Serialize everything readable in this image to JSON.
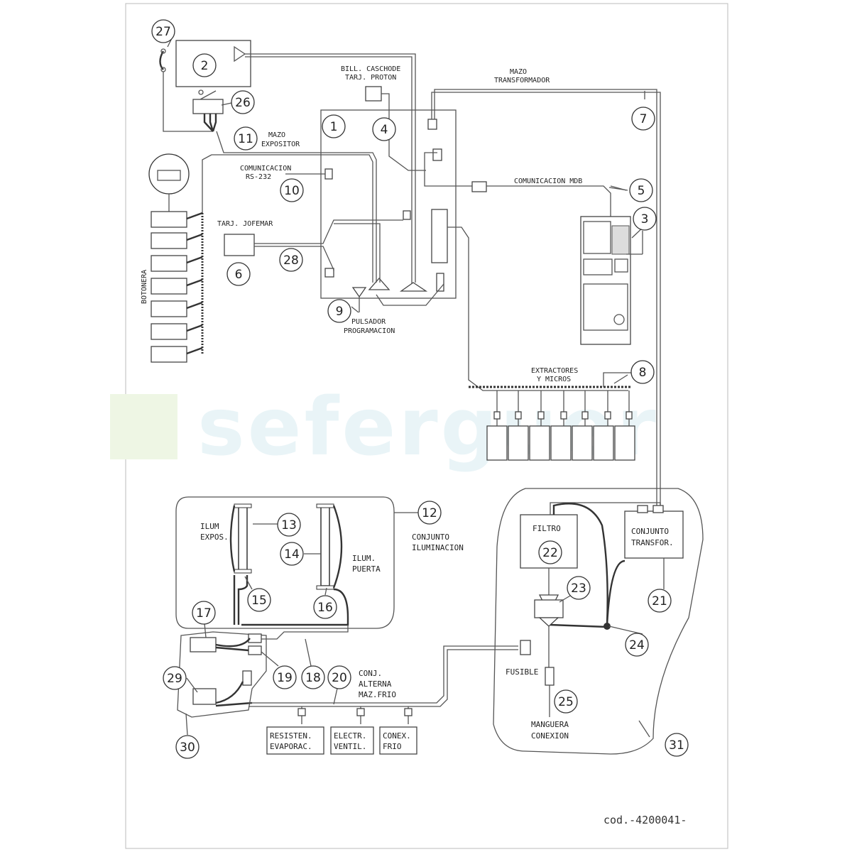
{
  "watermark": "seferguer",
  "code": "cod.-4200041-",
  "callouts": [
    "1",
    "2",
    "3",
    "4",
    "5",
    "6",
    "7",
    "8",
    "9",
    "10",
    "11",
    "12",
    "13",
    "14",
    "15",
    "16",
    "17",
    "18",
    "19",
    "20",
    "21",
    "22",
    "23",
    "24",
    "25",
    "26",
    "27",
    "28",
    "29",
    "30",
    "31"
  ],
  "labels": {
    "bill_1": "BILL. CASCHODE",
    "bill_2": "TARJ. PROTON",
    "mazo_transf_1": "MAZO",
    "mazo_transf_2": "TRANSFORMADOR",
    "mazo_expo_1": "MAZO",
    "mazo_expo_2": "EXPOSITOR",
    "com_rs_1": "COMUNICACION",
    "com_rs_2": "RS-232",
    "com_mdb": "COMUNICACION MDB",
    "tarj_jofemar": "TARJ. JOFEMAR",
    "botonera": "BOTONERA",
    "pulsador_1": "PULSADOR",
    "pulsador_2": "PROGRAMACION",
    "extractores_1": "EXTRACTORES",
    "extractores_2": "Y MICROS",
    "ilum_expos_1": "ILUM",
    "ilum_expos_2": "EXPOS.",
    "ilum_puerta_1": "ILUM.",
    "ilum_puerta_2": "PUERTA",
    "conj_ilum_1": "CONJUNTO",
    "conj_ilum_2": "ILUMINACION",
    "conj_alt_1": "CONJ.",
    "conj_alt_2": "ALTERNA",
    "conj_alt_3": "MAZ.FRIO",
    "filtro": "FILTRO",
    "conj_transf_1": "CONJUNTO",
    "conj_transf_2": "TRANSFOR.",
    "fusible": "FUSIBLE",
    "manguera_1": "MANGUERA",
    "manguera_2": "CONEXION",
    "resisten_1": "RESISTEN.",
    "resisten_2": "EVAPORAC.",
    "electr_1": "ELECTR.",
    "electr_2": "VENTIL.",
    "conex_1": "CONEX.",
    "conex_2": "FRIO"
  }
}
